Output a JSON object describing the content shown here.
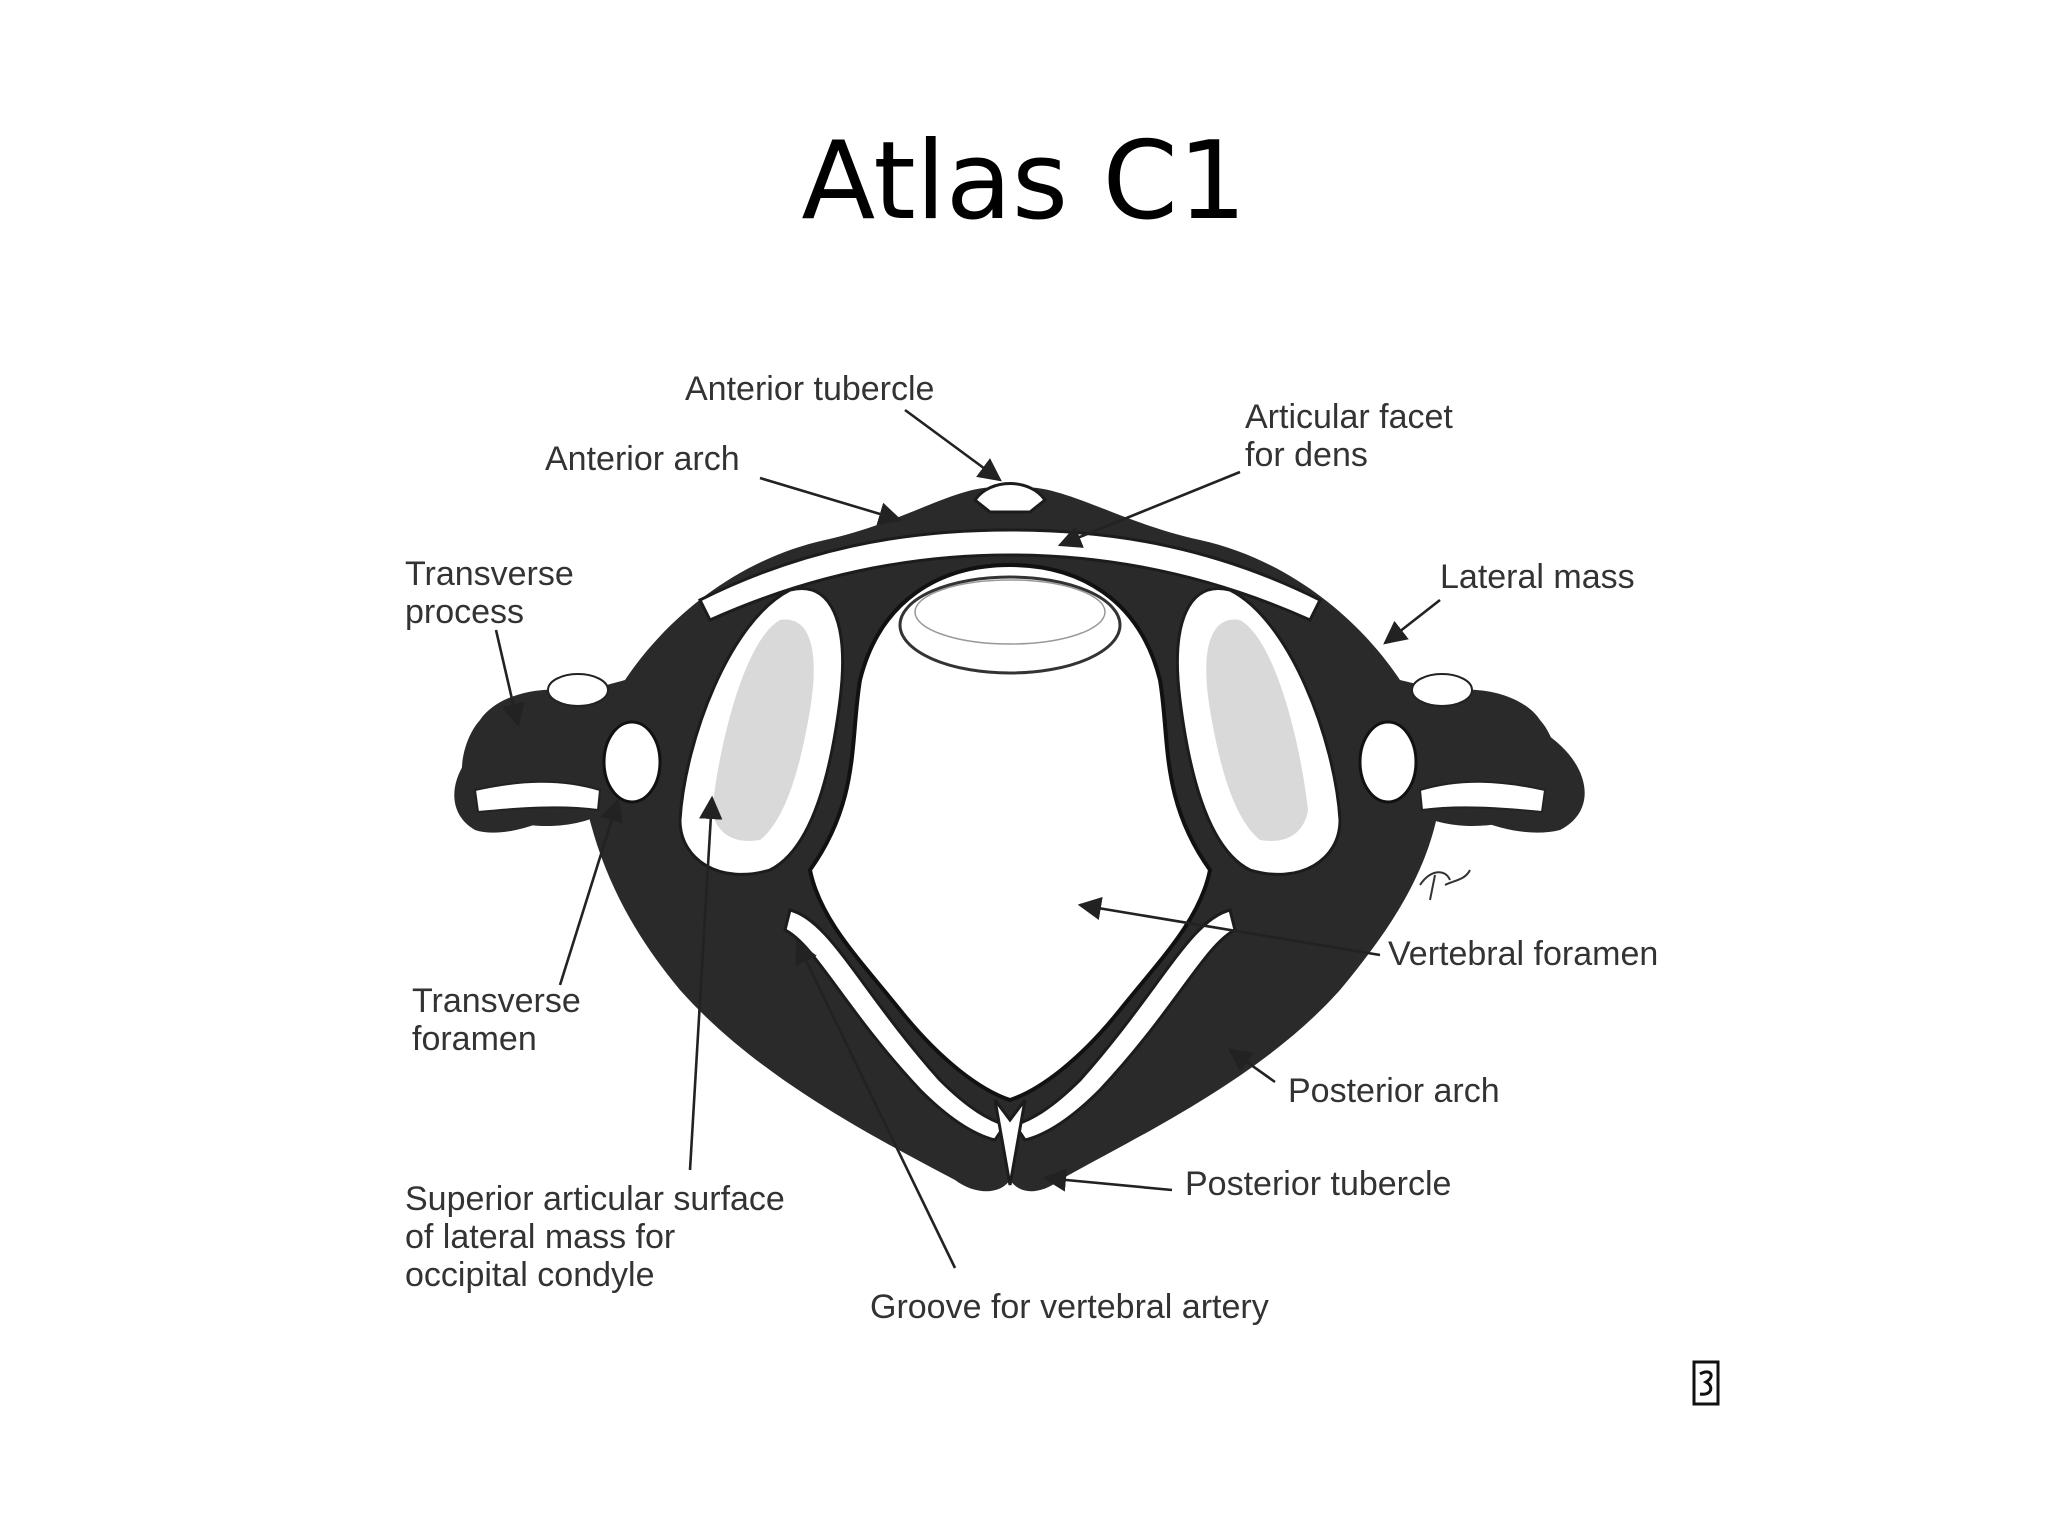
{
  "slide": {
    "title": "Atlas C1"
  },
  "figure": {
    "labels": {
      "anterior_tubercle": "Anterior tubercle",
      "anterior_arch": "Anterior arch",
      "articular_facet_line1": "Articular facet",
      "articular_facet_line2": "for dens",
      "lateral_mass": "Lateral mass",
      "transverse_process_line1": "Transverse",
      "transverse_process_line2": "process",
      "transverse_foramen_line1": "Transverse",
      "transverse_foramen_line2": "foramen",
      "vertebral_foramen": "Vertebral foramen",
      "posterior_arch": "Posterior arch",
      "posterior_tubercle": "Posterior tubercle",
      "superior_articular_line1": "Superior articular surface",
      "superior_articular_line2": "of lateral mass for",
      "superior_articular_line3": "occipital condyle",
      "groove": "Groove for vertebral artery"
    }
  }
}
